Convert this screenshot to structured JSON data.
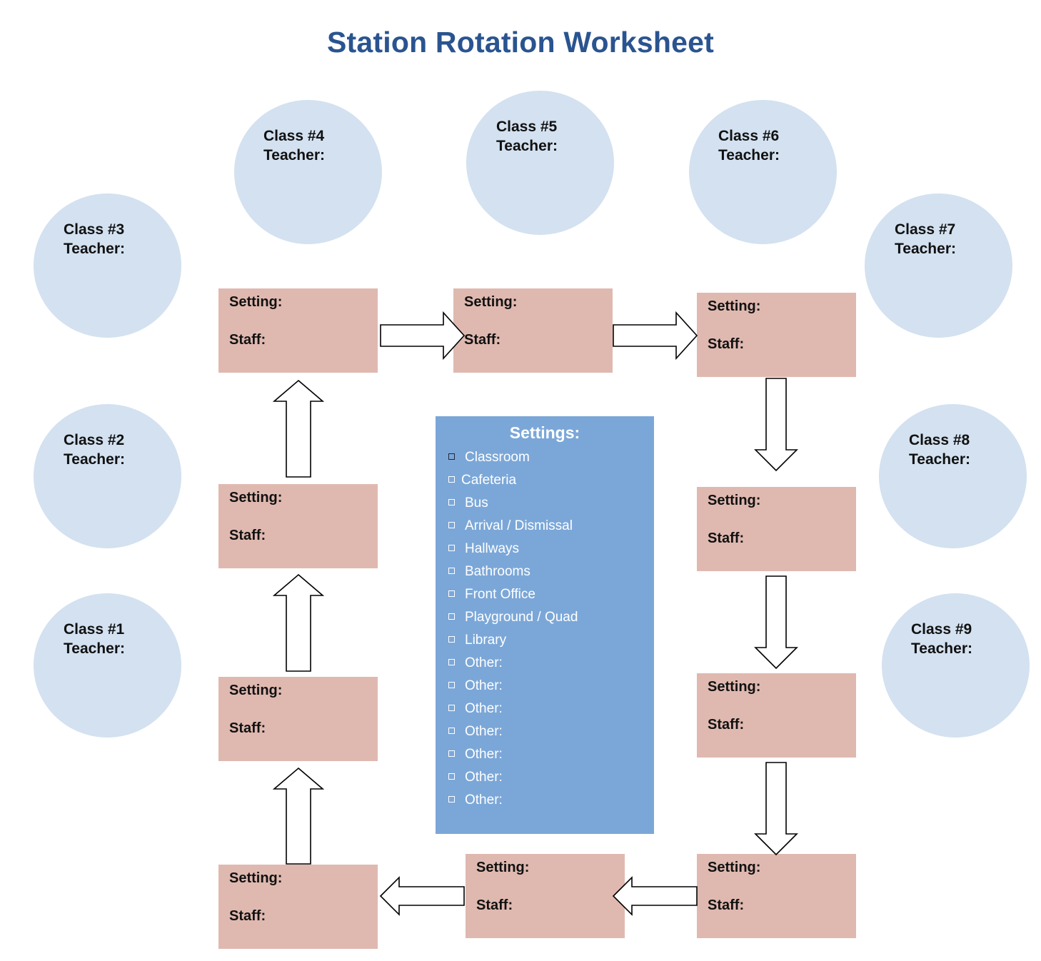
{
  "title": "Station Rotation Worksheet",
  "colors": {
    "title": "#2a5490",
    "circle_fill": "#d3e1f0",
    "station_fill": "#dfb9b0",
    "legend_fill": "#7ba7d8",
    "arrow_fill": "#ffffff",
    "arrow_stroke": "#000000"
  },
  "classes": [
    {
      "label": "Class #1",
      "teacher_label": "Teacher:"
    },
    {
      "label": "Class #2",
      "teacher_label": "Teacher:"
    },
    {
      "label": "Class #3",
      "teacher_label": "Teacher:"
    },
    {
      "label": "Class #4",
      "teacher_label": "Teacher:"
    },
    {
      "label": "Class #5",
      "teacher_label": "Teacher:"
    },
    {
      "label": "Class #6",
      "teacher_label": "Teacher:"
    },
    {
      "label": "Class #7",
      "teacher_label": "Teacher:"
    },
    {
      "label": "Class #8",
      "teacher_label": "Teacher:"
    },
    {
      "label": "Class #9",
      "teacher_label": "Teacher:"
    }
  ],
  "stations": [
    {
      "setting_label": "Setting:",
      "staff_label": "Staff:"
    },
    {
      "setting_label": "Setting:",
      "staff_label": "Staff:"
    },
    {
      "setting_label": "Setting:",
      "staff_label": "Staff:"
    },
    {
      "setting_label": "Setting:",
      "staff_label": "Staff:"
    },
    {
      "setting_label": "Setting:",
      "staff_label": "Staff:"
    },
    {
      "setting_label": "Setting:",
      "staff_label": "Staff:"
    },
    {
      "setting_label": "Setting:",
      "staff_label": "Staff:"
    },
    {
      "setting_label": "Setting:",
      "staff_label": "Staff:"
    },
    {
      "setting_label": "Setting:",
      "staff_label": "Staff:"
    },
    {
      "setting_label": "Setting:",
      "staff_label": "Staff:"
    }
  ],
  "rotation_arrows": [
    "up",
    "up",
    "up",
    "right",
    "right",
    "down",
    "down",
    "down",
    "left",
    "left"
  ],
  "settings_legend": {
    "heading": "Settings:",
    "items": [
      "Classroom",
      "Cafeteria",
      "Bus",
      "Arrival / Dismissal",
      "Hallways",
      "Bathrooms",
      "Front Office",
      "Playground / Quad",
      "Library",
      "Other:",
      "Other:",
      "Other:",
      "Other:",
      "Other:",
      "Other:",
      "Other:"
    ]
  }
}
